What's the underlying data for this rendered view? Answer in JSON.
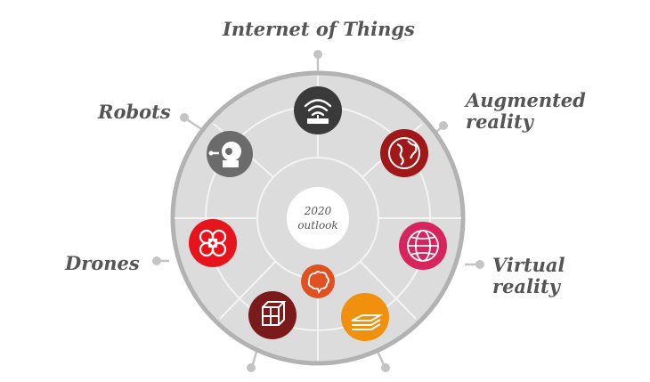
{
  "diagram": {
    "center": {
      "line1": "2020",
      "line2": "outlook"
    },
    "labels": {
      "iot": "Internet of Things",
      "ar_line1": "Augmented",
      "ar_line2": "reality",
      "robots": "Robots",
      "drones": "Drones",
      "vr_line1": "Virtual",
      "vr_line2": "reality"
    },
    "icons": [
      {
        "name": "wifi-router-icon",
        "color": "#3a3a3a"
      },
      {
        "name": "globe-icon",
        "color": "#a01818"
      },
      {
        "name": "robot-head-icon",
        "color": "#6b6b6b"
      },
      {
        "name": "drone-icon",
        "color": "#e8141c"
      },
      {
        "name": "wireframe-sphere-icon",
        "color": "#d6245c"
      },
      {
        "name": "brain-icon",
        "color": "#e05020"
      },
      {
        "name": "layered-printer-icon",
        "color": "#f0900c"
      },
      {
        "name": "blockchain-cube-icon",
        "color": "#7a1a1a"
      }
    ],
    "colors": {
      "ring_fill": "#dcdcdc",
      "ring_border": "#b2b2b2",
      "grid": "#f4f4f4",
      "text": "#555555"
    }
  }
}
